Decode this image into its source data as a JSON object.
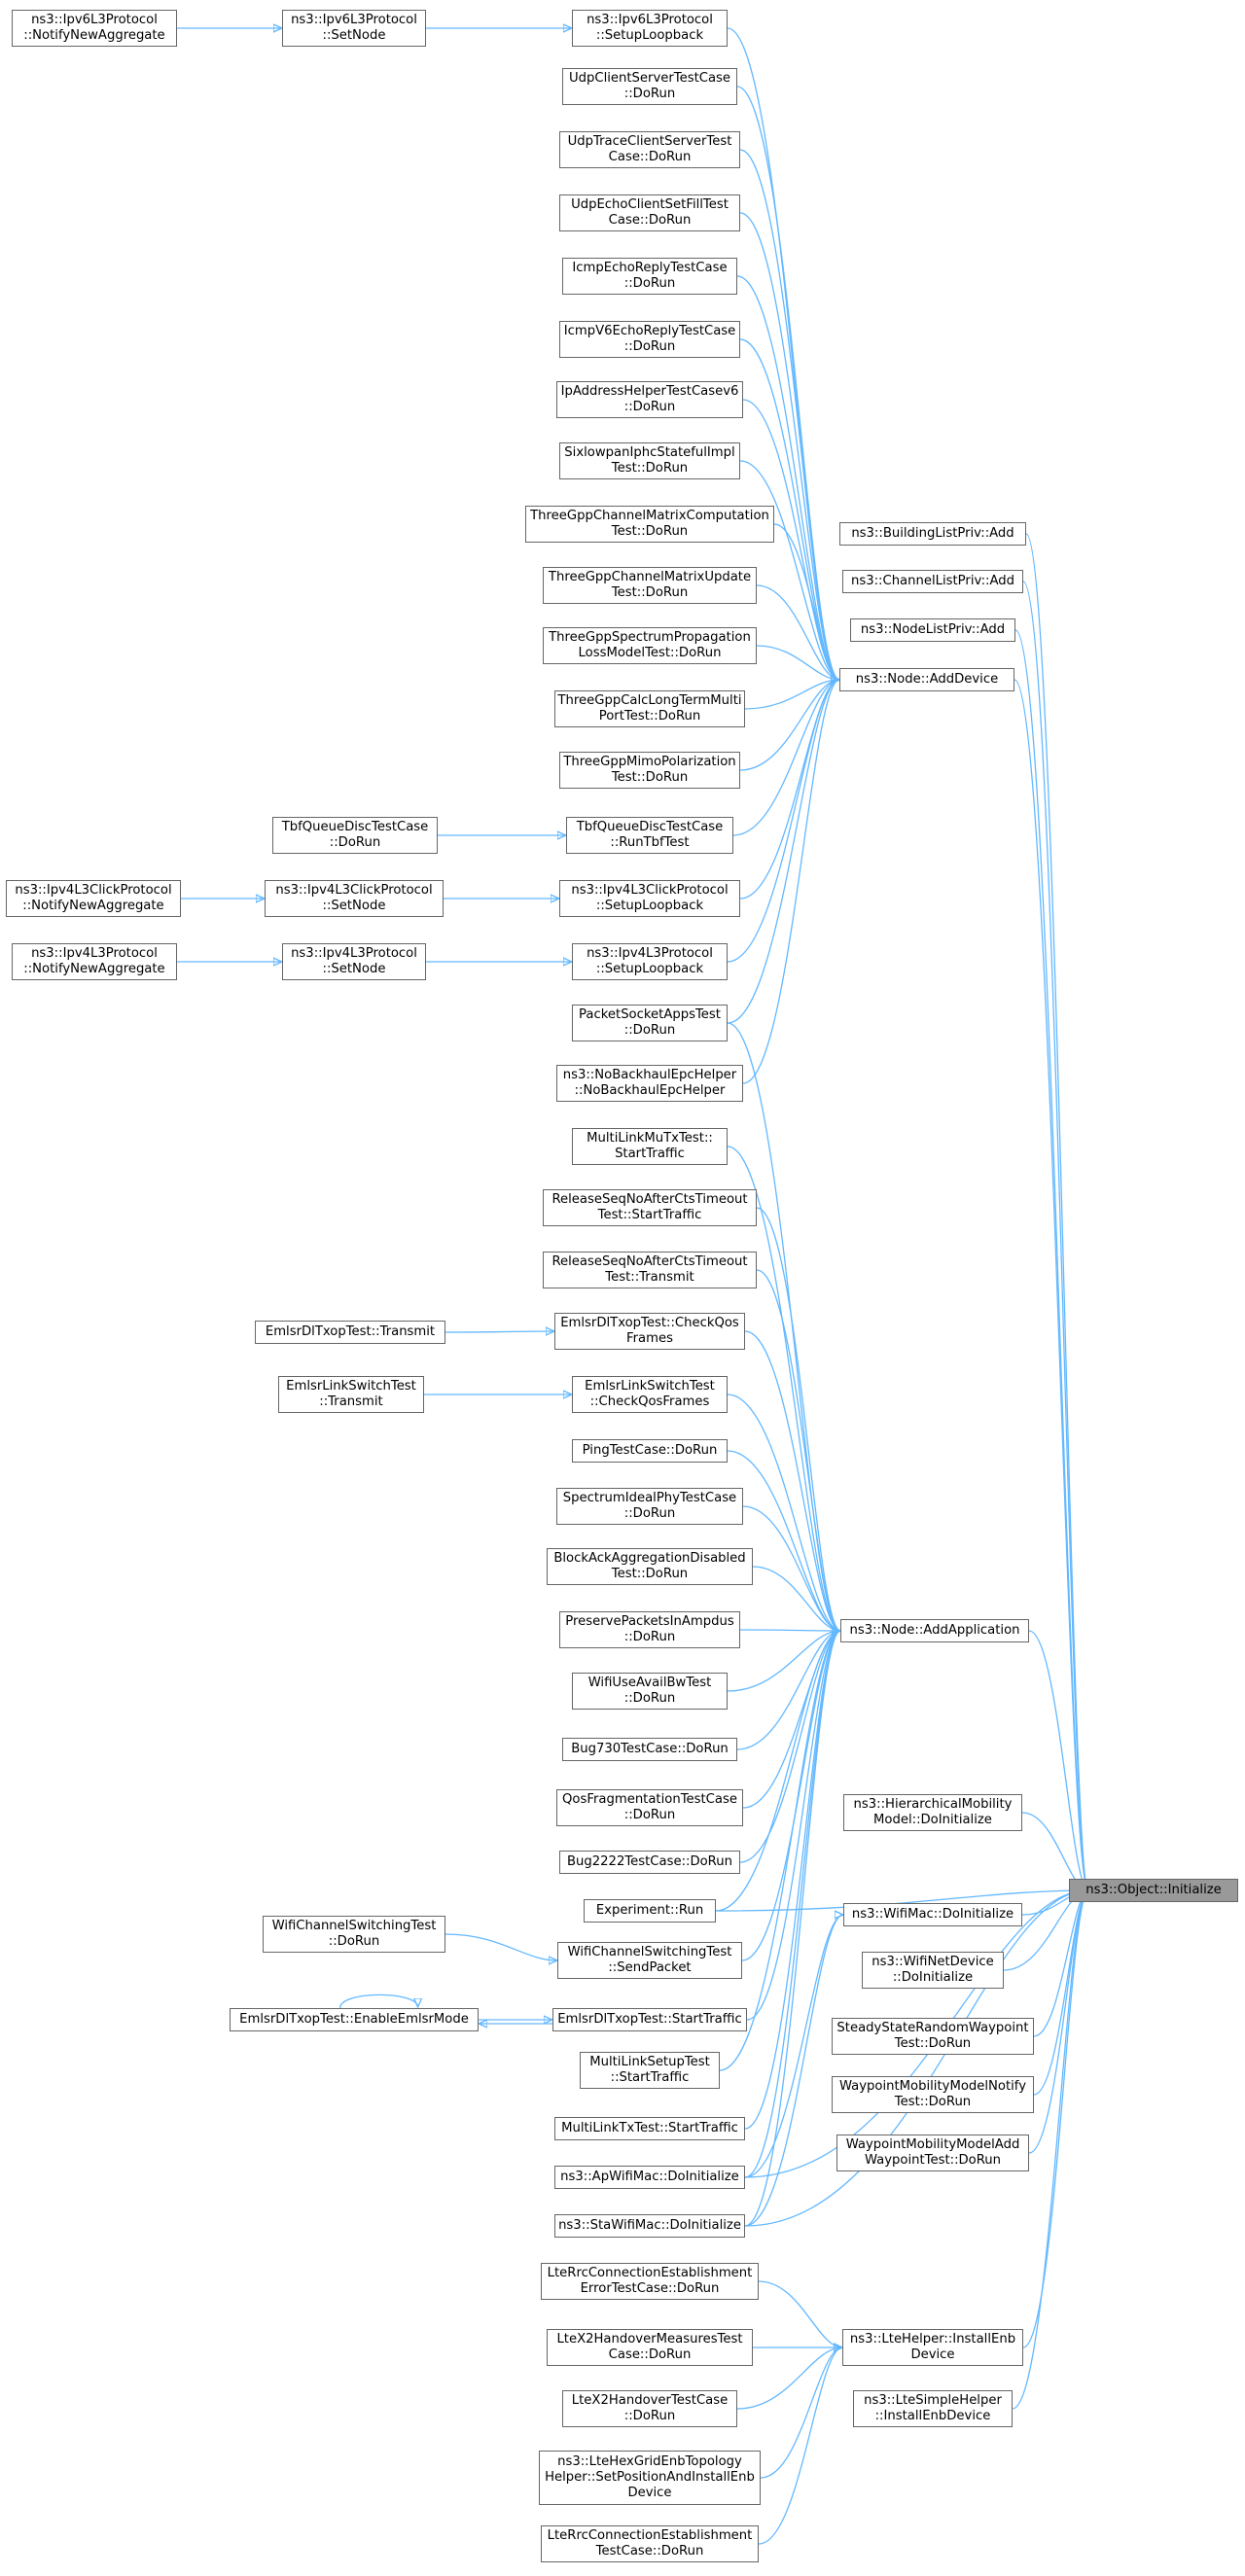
{
  "graph": {
    "edge_color": "#63b8ff",
    "target_fill": "#999999",
    "node_border": "#666666",
    "nodes": [
      {
        "id": "init",
        "label": "ns3::Object::Initialize",
        "target": true
      },
      {
        "id": "ipv6l3_nna",
        "label": "ns3::Ipv6L3Protocol\n::NotifyNewAggregate"
      },
      {
        "id": "ipv6l3_setnode",
        "label": "ns3::Ipv6L3Protocol\n::SetNode"
      },
      {
        "id": "ipv6l3_loop",
        "label": "ns3::Ipv6L3Protocol\n::SetupLoopback"
      },
      {
        "id": "udpcs",
        "label": "UdpClientServerTestCase\n::DoRun"
      },
      {
        "id": "udptrace",
        "label": "UdpTraceClientServerTest\nCase::DoRun"
      },
      {
        "id": "udpecho",
        "label": "UdpEchoClientSetFillTest\nCase::DoRun"
      },
      {
        "id": "icmpecho",
        "label": "IcmpEchoReplyTestCase\n::DoRun"
      },
      {
        "id": "icmpv6echo",
        "label": "IcmpV6EchoReplyTestCase\n::DoRun"
      },
      {
        "id": "ipaddr",
        "label": "IpAddressHelperTestCasev6\n::DoRun"
      },
      {
        "id": "sixlowpan",
        "label": "SixlowpanIphcStatefulImpl\nTest::DoRun"
      },
      {
        "id": "tgcmc",
        "label": "ThreeGppChannelMatrixComputation\nTest::DoRun"
      },
      {
        "id": "tgcmu",
        "label": "ThreeGppChannelMatrixUpdate\nTest::DoRun"
      },
      {
        "id": "tgsp",
        "label": "ThreeGppSpectrumPropagation\nLossModelTest::DoRun"
      },
      {
        "id": "tgcalc",
        "label": "ThreeGppCalcLongTermMulti\nPortTest::DoRun"
      },
      {
        "id": "tgmimo",
        "label": "ThreeGppMimoPolarization\nTest::DoRun"
      },
      {
        "id": "tbf_dorun",
        "label": "TbfQueueDiscTestCase\n::DoRun"
      },
      {
        "id": "tbf_run",
        "label": "TbfQueueDiscTestCase\n::RunTbfTest"
      },
      {
        "id": "ipv4click_nna",
        "label": "ns3::Ipv4L3ClickProtocol\n::NotifyNewAggregate"
      },
      {
        "id": "ipv4click_setnode",
        "label": "ns3::Ipv4L3ClickProtocol\n::SetNode"
      },
      {
        "id": "ipv4click_loop",
        "label": "ns3::Ipv4L3ClickProtocol\n::SetupLoopback"
      },
      {
        "id": "ipv4l3_nna",
        "label": "ns3::Ipv4L3Protocol\n::NotifyNewAggregate"
      },
      {
        "id": "ipv4l3_setnode",
        "label": "ns3::Ipv4L3Protocol\n::SetNode"
      },
      {
        "id": "ipv4l3_loop",
        "label": "ns3::Ipv4L3Protocol\n::SetupLoopback"
      },
      {
        "id": "packetsocket",
        "label": "PacketSocketAppsTest\n::DoRun"
      },
      {
        "id": "nobackhaul",
        "label": "ns3::NoBackhaulEpcHelper\n::NoBackhaulEpcHelper"
      },
      {
        "id": "multilinkmu",
        "label": "MultiLinkMuTxTest::\nStartTraffic"
      },
      {
        "id": "releaseseq_st",
        "label": "ReleaseSeqNoAfterCtsTimeout\nTest::StartTraffic"
      },
      {
        "id": "releaseseq_tx",
        "label": "ReleaseSeqNoAfterCtsTimeout\nTest::Transmit"
      },
      {
        "id": "emlsrdl_transmit",
        "label": "EmlsrDlTxopTest::Transmit"
      },
      {
        "id": "emlsrdl_checkqos",
        "label": "EmlsrDlTxopTest::CheckQos\nFrames"
      },
      {
        "id": "emlsrls_transmit",
        "label": "EmlsrLinkSwitchTest\n::Transmit"
      },
      {
        "id": "emlsrls_checkqos",
        "label": "EmlsrLinkSwitchTest\n::CheckQosFrames"
      },
      {
        "id": "ping",
        "label": "PingTestCase::DoRun"
      },
      {
        "id": "spectrumideal",
        "label": "SpectrumIdealPhyTestCase\n::DoRun"
      },
      {
        "id": "blockack",
        "label": "BlockAckAggregationDisabled\nTest::DoRun"
      },
      {
        "id": "preserve",
        "label": "PreservePacketsInAmpdus\n::DoRun"
      },
      {
        "id": "wifiuse",
        "label": "WifiUseAvailBwTest\n::DoRun"
      },
      {
        "id": "bug730",
        "label": "Bug730TestCase::DoRun"
      },
      {
        "id": "qosfrag",
        "label": "QosFragmentationTestCase\n::DoRun"
      },
      {
        "id": "bug2222",
        "label": "Bug2222TestCase::DoRun"
      },
      {
        "id": "experiment",
        "label": "Experiment::Run"
      },
      {
        "id": "wcs_dorun",
        "label": "WifiChannelSwitchingTest\n::DoRun"
      },
      {
        "id": "wcs_send",
        "label": "WifiChannelSwitchingTest\n::SendPacket"
      },
      {
        "id": "enableemlsr",
        "label": "EmlsrDlTxopTest::EnableEmlsrMode"
      },
      {
        "id": "emlsrdl_start",
        "label": "EmlsrDlTxopTest::StartTraffic"
      },
      {
        "id": "mlsetup",
        "label": "MultiLinkSetupTest\n::StartTraffic"
      },
      {
        "id": "mltx",
        "label": "MultiLinkTxTest::StartTraffic"
      },
      {
        "id": "apwifi",
        "label": "ns3::ApWifiMac::DoInitialize"
      },
      {
        "id": "stawifi",
        "label": "ns3::StaWifiMac::DoInitialize"
      },
      {
        "id": "ltercc_err",
        "label": "LteRrcConnectionEstablishment\nErrorTestCase::DoRun"
      },
      {
        "id": "ltex2m",
        "label": "LteX2HandoverMeasuresTest\nCase::DoRun"
      },
      {
        "id": "ltex2",
        "label": "LteX2HandoverTestCase\n::DoRun"
      },
      {
        "id": "ltehex",
        "label": "ns3::LteHexGridEnbTopology\nHelper::SetPositionAndInstallEnb\nDevice"
      },
      {
        "id": "ltercc",
        "label": "LteRrcConnectionEstablishment\nTestCase::DoRun"
      },
      {
        "id": "buildinglist",
        "label": "ns3::BuildingListPriv::Add"
      },
      {
        "id": "channellist",
        "label": "ns3::ChannelListPriv::Add"
      },
      {
        "id": "nodelist",
        "label": "ns3::NodeListPriv::Add"
      },
      {
        "id": "adddevice",
        "label": "ns3::Node::AddDevice"
      },
      {
        "id": "addapp",
        "label": "ns3::Node::AddApplication"
      },
      {
        "id": "hiermob",
        "label": "ns3::HierarchicalMobility\nModel::DoInitialize"
      },
      {
        "id": "wifimac",
        "label": "ns3::WifiMac::DoInitialize"
      },
      {
        "id": "wifinet",
        "label": "ns3::WifiNetDevice\n::DoInitialize"
      },
      {
        "id": "steadystate",
        "label": "SteadyStateRandomWaypoint\nTest::DoRun"
      },
      {
        "id": "waypointnotify",
        "label": "WaypointMobilityModelNotify\nTest::DoRun"
      },
      {
        "id": "waypointadd",
        "label": "WaypointMobilityModelAdd\nWaypointTest::DoRun"
      },
      {
        "id": "lteinstall",
        "label": "ns3::LteHelper::InstallEnb\nDevice"
      },
      {
        "id": "ltesimple",
        "label": "ns3::LteSimpleHelper\n::InstallEnbDevice"
      }
    ],
    "edges": [
      [
        "ipv6l3_nna",
        "ipv6l3_setnode"
      ],
      [
        "ipv6l3_setnode",
        "ipv6l3_loop"
      ],
      [
        "ipv6l3_loop",
        "adddevice"
      ],
      [
        "udpcs",
        "adddevice"
      ],
      [
        "udptrace",
        "adddevice"
      ],
      [
        "udpecho",
        "adddevice"
      ],
      [
        "icmpecho",
        "adddevice"
      ],
      [
        "icmpv6echo",
        "adddevice"
      ],
      [
        "ipaddr",
        "adddevice"
      ],
      [
        "sixlowpan",
        "adddevice"
      ],
      [
        "tgcmc",
        "adddevice"
      ],
      [
        "tgcmu",
        "adddevice"
      ],
      [
        "tgsp",
        "adddevice"
      ],
      [
        "tgcalc",
        "adddevice"
      ],
      [
        "tgmimo",
        "adddevice"
      ],
      [
        "tbf_dorun",
        "tbf_run"
      ],
      [
        "tbf_run",
        "adddevice"
      ],
      [
        "ipv4click_nna",
        "ipv4click_setnode"
      ],
      [
        "ipv4click_setnode",
        "ipv4click_loop"
      ],
      [
        "ipv4click_loop",
        "adddevice"
      ],
      [
        "ipv4l3_nna",
        "ipv4l3_setnode"
      ],
      [
        "ipv4l3_setnode",
        "ipv4l3_loop"
      ],
      [
        "ipv4l3_loop",
        "adddevice"
      ],
      [
        "packetsocket",
        "adddevice"
      ],
      [
        "nobackhaul",
        "adddevice"
      ],
      [
        "packetsocket",
        "addapp"
      ],
      [
        "multilinkmu",
        "addapp"
      ],
      [
        "releaseseq_st",
        "addapp"
      ],
      [
        "releaseseq_tx",
        "addapp"
      ],
      [
        "emlsrdl_transmit",
        "emlsrdl_checkqos"
      ],
      [
        "emlsrdl_checkqos",
        "addapp"
      ],
      [
        "emlsrls_transmit",
        "emlsrls_checkqos"
      ],
      [
        "emlsrls_checkqos",
        "addapp"
      ],
      [
        "ping",
        "addapp"
      ],
      [
        "spectrumideal",
        "addapp"
      ],
      [
        "blockack",
        "addapp"
      ],
      [
        "preserve",
        "addapp"
      ],
      [
        "wifiuse",
        "addapp"
      ],
      [
        "bug730",
        "addapp"
      ],
      [
        "qosfrag",
        "addapp"
      ],
      [
        "bug2222",
        "addapp"
      ],
      [
        "experiment",
        "addapp"
      ],
      [
        "wcs_dorun",
        "wcs_send"
      ],
      [
        "wcs_send",
        "addapp"
      ],
      [
        "enableemlsr",
        "enableemlsr"
      ],
      [
        "emlsrdl_start",
        "enableemlsr"
      ],
      [
        "enableemlsr",
        "emlsrdl_start"
      ],
      [
        "emlsrdl_start",
        "addapp"
      ],
      [
        "mlsetup",
        "addapp"
      ],
      [
        "mltx",
        "addapp"
      ],
      [
        "apwifi",
        "addapp"
      ],
      [
        "stawifi",
        "addapp"
      ],
      [
        "apwifi",
        "wifimac"
      ],
      [
        "stawifi",
        "wifimac"
      ],
      [
        "ltercc_err",
        "lteinstall"
      ],
      [
        "ltex2m",
        "lteinstall"
      ],
      [
        "ltex2",
        "lteinstall"
      ],
      [
        "ltehex",
        "lteinstall"
      ],
      [
        "ltercc",
        "lteinstall"
      ],
      [
        "buildinglist",
        "init"
      ],
      [
        "channellist",
        "init"
      ],
      [
        "nodelist",
        "init"
      ],
      [
        "adddevice",
        "init"
      ],
      [
        "addapp",
        "init"
      ],
      [
        "hiermob",
        "init"
      ],
      [
        "wifimac",
        "init"
      ],
      [
        "wifinet",
        "init"
      ],
      [
        "steadystate",
        "init"
      ],
      [
        "waypointnotify",
        "init"
      ],
      [
        "waypointadd",
        "init"
      ],
      [
        "lteinstall",
        "init"
      ],
      [
        "ltesimple",
        "init"
      ],
      [
        "experiment",
        "init"
      ],
      [
        "apwifi",
        "init"
      ],
      [
        "stawifi",
        "init"
      ]
    ]
  }
}
